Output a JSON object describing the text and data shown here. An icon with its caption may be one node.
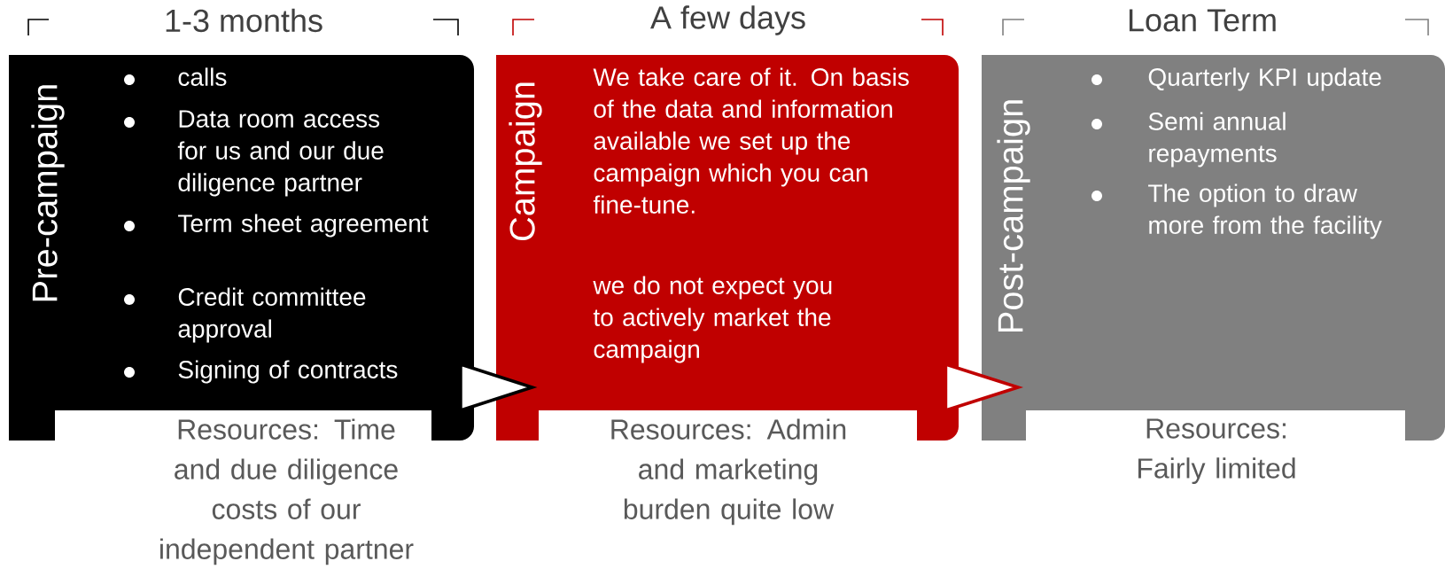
{
  "diagram": {
    "nodes": [
      {
        "text": [
          "1-3 months",
          "Pre-campaign",
          "calls",
          "Data room access for us and our due diligence partner",
          "Term sheet agreement",
          "Credit committee approval",
          "Signing of contracts"
        ],
        "beside": [
          "Resources: Time and due diligence costs of our independent partner"
        ]
      },
      {
        "text": [
          "A few days",
          "Campaign",
          "We take care of it. On basis of the data and information available we set up the campaign which you can fine-tune.",
          "we do not expect you to actively market the campaign"
        ],
        "beside": [
          "Resources: Admin and marketing burden quite low"
        ]
      },
      {
        "text": [
          "Loan Term",
          "Post-campaign",
          "Quarterly KPI update",
          "Semi annual repayments",
          "The option to draw more from the facility"
        ],
        "beside": [
          "Resources: Fairly limited"
        ]
      }
    ],
    "edges": [
      {
        "from": 0,
        "to": 1,
        "arrow": "to"
      },
      {
        "from": 1,
        "to": 2,
        "arrow": "to",
        "color": "#c00000"
      }
    ]
  }
}
